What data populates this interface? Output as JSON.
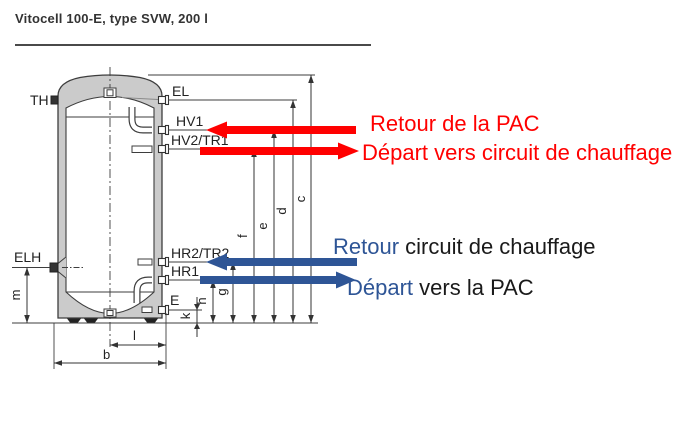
{
  "title": "Vitocell 100-E, type SVW, 200 l",
  "diagram": {
    "connection_labels": {
      "th": "TH",
      "el": "EL",
      "hv1": "HV1",
      "hv2_tr1": "HV2/TR1",
      "hr2_tr2": "HR2/TR2",
      "hr1": "HR1",
      "e": "E",
      "elh": "ELH"
    },
    "dimension_labels": {
      "b": "b",
      "l": "l",
      "c": "c",
      "d": "d",
      "e": "e",
      "f": "f",
      "g": "g",
      "h": "h",
      "k": "k",
      "m": "m"
    }
  },
  "annotations": {
    "retour_pac": {
      "seg1": "Retour de la PAC",
      "seg2": ""
    },
    "depart_chauffage": {
      "seg1": "Départ vers circuit de chauffage",
      "seg2": ""
    },
    "retour_chauffage": {
      "seg1": "Retour",
      "seg2": " circuit de chauffage"
    },
    "depart_pac": {
      "seg1": "Départ",
      "seg2": " vers la PAC"
    }
  },
  "colors": {
    "heat_pump_red": "#ff0000",
    "heating_circuit_blue": "#2e5596",
    "annotation_dark": "#1a1a1a",
    "drawing_line": "#3d3d3d",
    "insulation_gray": "#cbcbcb"
  }
}
